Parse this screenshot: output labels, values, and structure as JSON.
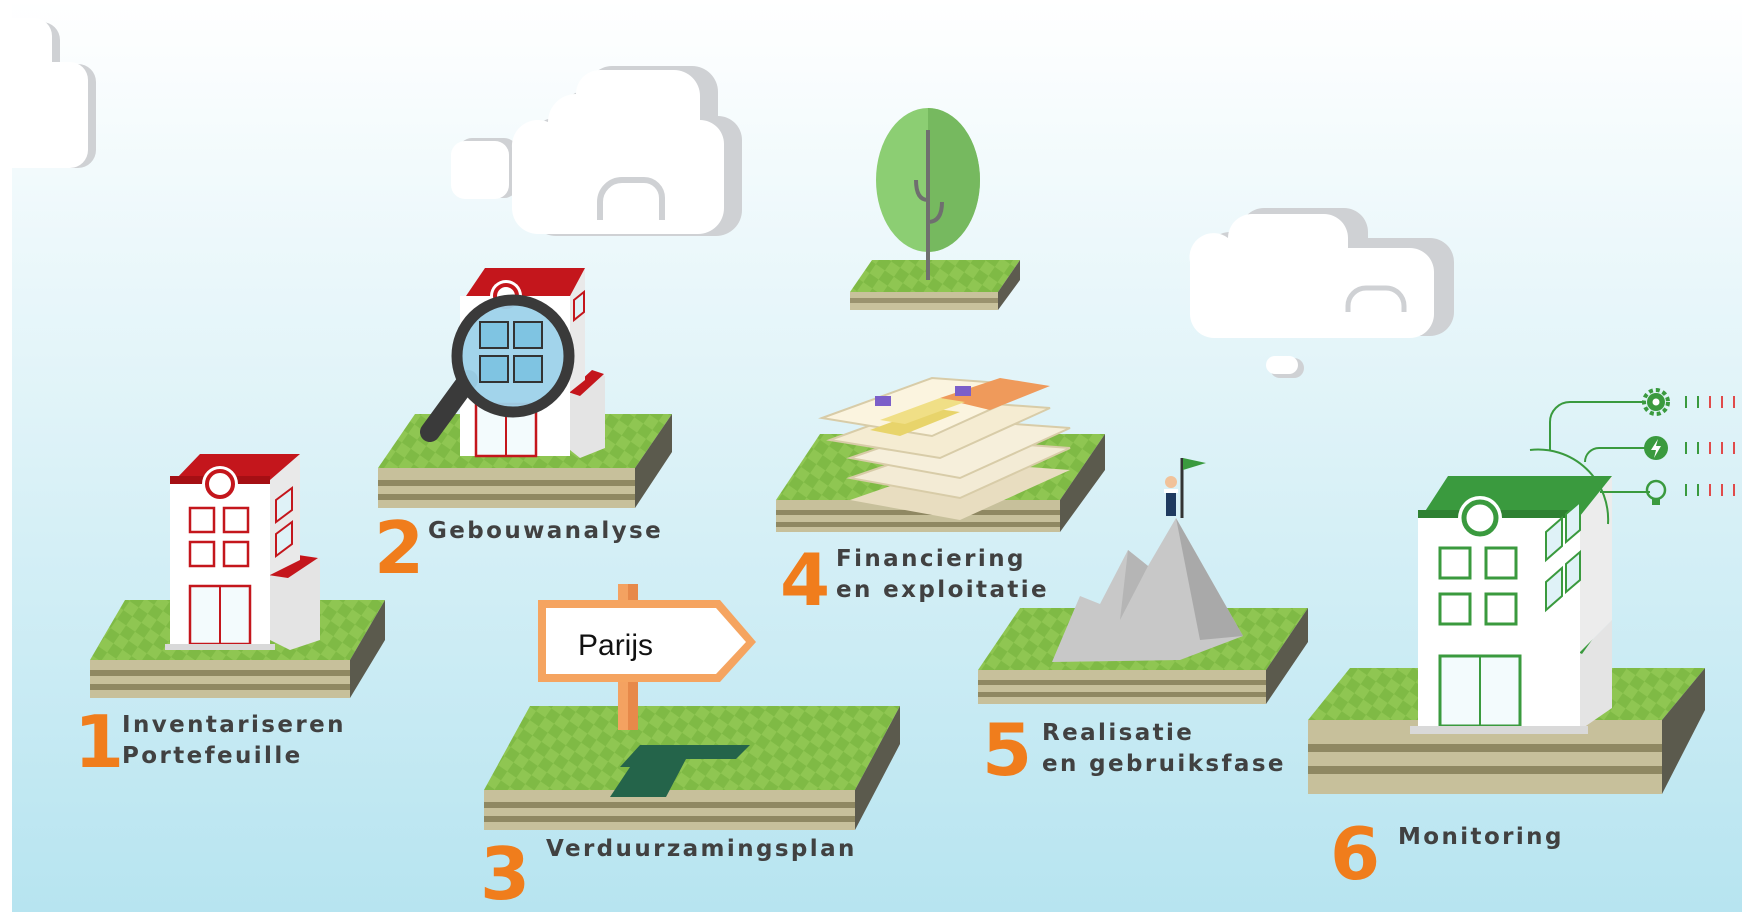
{
  "colors": {
    "number": "#f07d1c",
    "label": "#414141",
    "sky_top": "#ffffff",
    "sky_bottom": "#b9e6f1",
    "grass": "#8cc64f",
    "roof_red": "#c4161c",
    "roof_green": "#3a9a3e"
  },
  "steps": [
    {
      "number": "1",
      "label": [
        "Inventariseren",
        "Portefeuille"
      ],
      "icon": "building-red-icon"
    },
    {
      "number": "2",
      "label": [
        "Gebouwanalyse"
      ],
      "icon": "magnifier-building-icon"
    },
    {
      "number": "3",
      "label": [
        "Verduurzamingsplan"
      ],
      "icon": "signpost-icon"
    },
    {
      "number": "4",
      "label": [
        "Financiering",
        "en exploitatie"
      ],
      "icon": "money-stack-icon"
    },
    {
      "number": "5",
      "label": [
        "Realisatie",
        "en gebruiksfase"
      ],
      "icon": "mountain-flag-icon"
    },
    {
      "number": "6",
      "label": [
        "Monitoring"
      ],
      "icon": "building-green-icon"
    }
  ],
  "sign_text": "Parijs",
  "monitor_icons": [
    "gear-icon",
    "bolt-icon",
    "lightbulb-icon"
  ]
}
